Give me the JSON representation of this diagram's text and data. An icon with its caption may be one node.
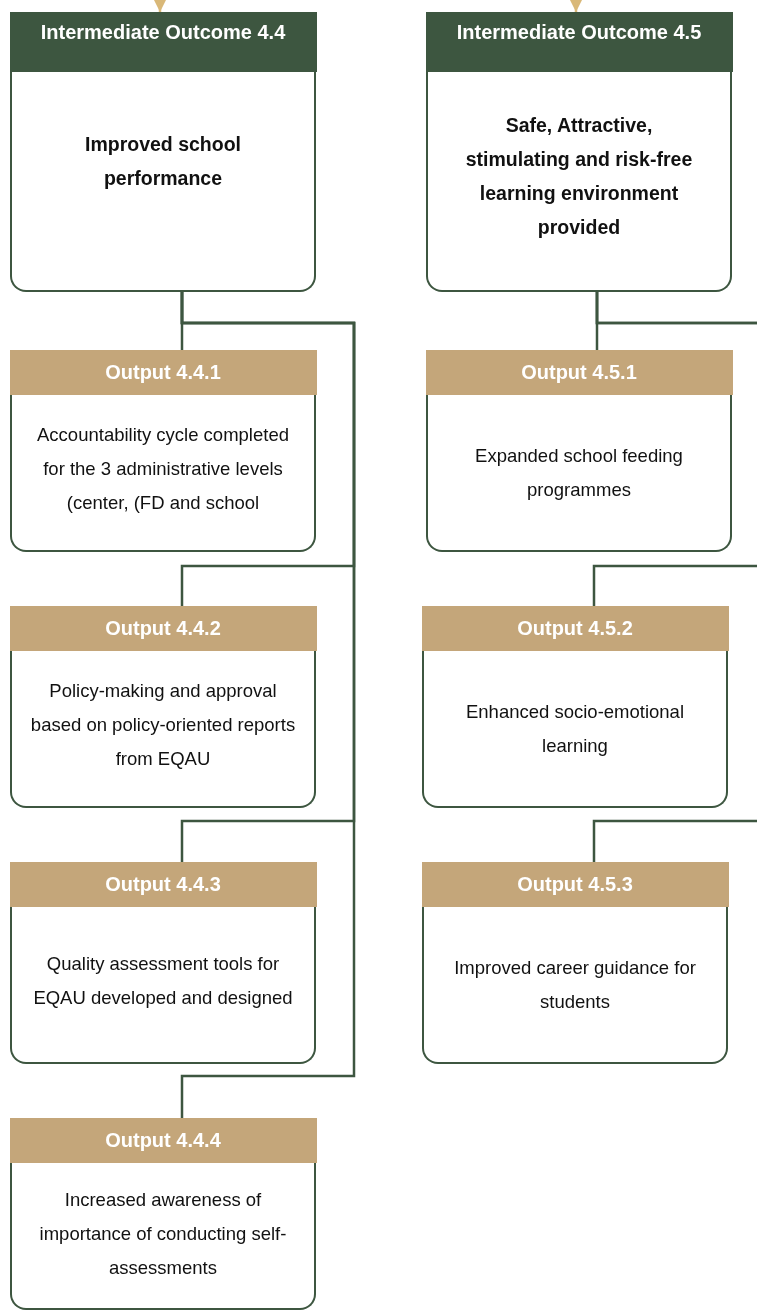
{
  "diagram": {
    "nodes": [
      {
        "text": [
          "Intermediate Outcome 4.4",
          "Improved school performance"
        ]
      },
      {
        "text": [
          "Intermediate Outcome 4.5",
          "Safe, Attractive, stimulating and risk-free learning environment provided"
        ]
      },
      {
        "text": [
          "Output 4.4.1",
          "Accountability cycle completed for the 3 administrative levels (center, (FD and school"
        ]
      },
      {
        "text": [
          "Output 4.5.1",
          "Expanded school feeding programmes"
        ]
      },
      {
        "text": [
          "Output 4.4.2",
          "Policy-making and approval based on policy-oriented reports from EQAU"
        ]
      },
      {
        "text": [
          "Output 4.5.2",
          "Enhanced socio-emotional learning"
        ]
      },
      {
        "text": [
          "Output 4.4.3",
          "Quality assessment tools for EQAU developed and designed"
        ]
      },
      {
        "text": [
          "Output 4.5.3",
          "Improved career guidance for students"
        ]
      },
      {
        "text": [
          "Output 4.4.4",
          "Increased awareness of importance of conducting self-assessments"
        ]
      }
    ],
    "edges": [
      {
        "from": null,
        "to": 0,
        "arrow": "to",
        "color": "#d9b878"
      },
      {
        "from": null,
        "to": 1,
        "arrow": "to",
        "color": "#d9b878"
      },
      {
        "from": 0,
        "to": 2,
        "arrow": "none"
      },
      {
        "from": 0,
        "to": 4,
        "arrow": "none"
      },
      {
        "from": 0,
        "to": 6,
        "arrow": "none"
      },
      {
        "from": 0,
        "to": 8,
        "arrow": "none"
      },
      {
        "from": 1,
        "to": 3,
        "arrow": "none"
      },
      {
        "from": 1,
        "to": 5,
        "arrow": "none"
      },
      {
        "from": 1,
        "to": 7,
        "arrow": "none"
      }
    ]
  }
}
